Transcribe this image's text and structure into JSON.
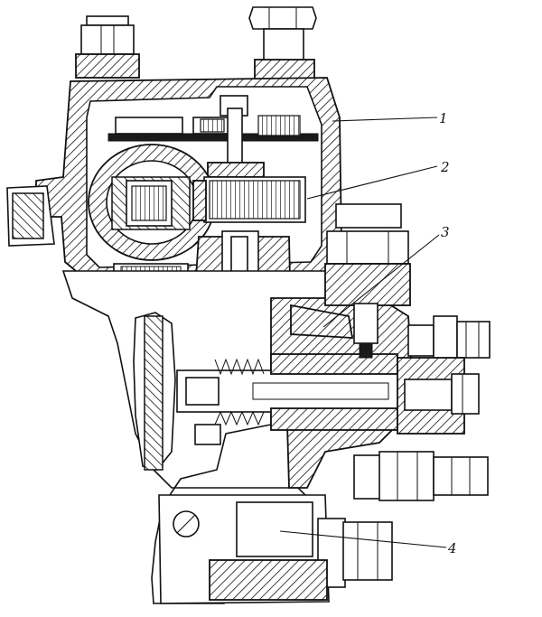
{
  "diagram": {
    "callouts": [
      {
        "number": "1",
        "label": "1"
      },
      {
        "number": "2",
        "label": "2"
      },
      {
        "number": "3",
        "label": "3"
      },
      {
        "number": "4",
        "label": "4"
      }
    ]
  },
  "colors": {
    "ink": "#111111",
    "paper": "#ffffff"
  }
}
